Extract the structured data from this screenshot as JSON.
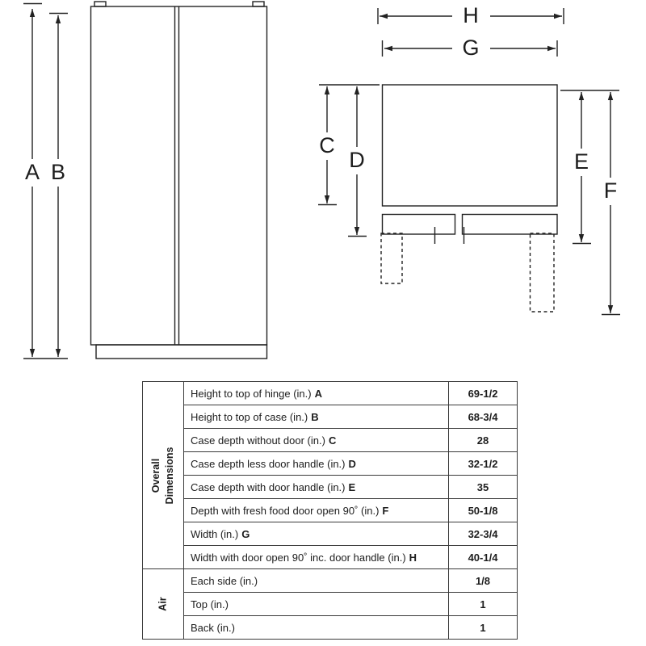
{
  "diagram": {
    "labels": {
      "A": "A",
      "B": "B",
      "C": "C",
      "D": "D",
      "E": "E",
      "F": "F",
      "G": "G",
      "H": "H"
    }
  },
  "table": {
    "groups": [
      {
        "line1": "Overall",
        "line2": "Dimensions"
      },
      {
        "line1": "Air"
      }
    ],
    "rows": [
      {
        "label": "Height to top of hinge (in.)",
        "letter": "A",
        "value": "69-1/2"
      },
      {
        "label": "Height to top of case (in.)",
        "letter": "B",
        "value": "68-3/4"
      },
      {
        "label": "Case depth without door (in.)",
        "letter": "C",
        "value": "28"
      },
      {
        "label": "Case depth less door handle (in.)",
        "letter": "D",
        "value": "32-1/2"
      },
      {
        "label": "Case depth with door handle (in.)",
        "letter": "E",
        "value": "35"
      },
      {
        "label": "Depth with fresh food door open 90˚ (in.)",
        "letter": "F",
        "value": "50-1/8"
      },
      {
        "label": "Width (in.)",
        "letter": "G",
        "value": "32-3/4"
      },
      {
        "label": "Width with door open 90˚ inc. door handle (in.)",
        "letter": "H",
        "value": "40-1/4"
      },
      {
        "label": "Each side (in.)",
        "letter": "",
        "value": "1/8"
      },
      {
        "label": "Top (in.)",
        "letter": "",
        "value": "1"
      },
      {
        "label": "Back (in.)",
        "letter": "",
        "value": "1"
      }
    ]
  }
}
